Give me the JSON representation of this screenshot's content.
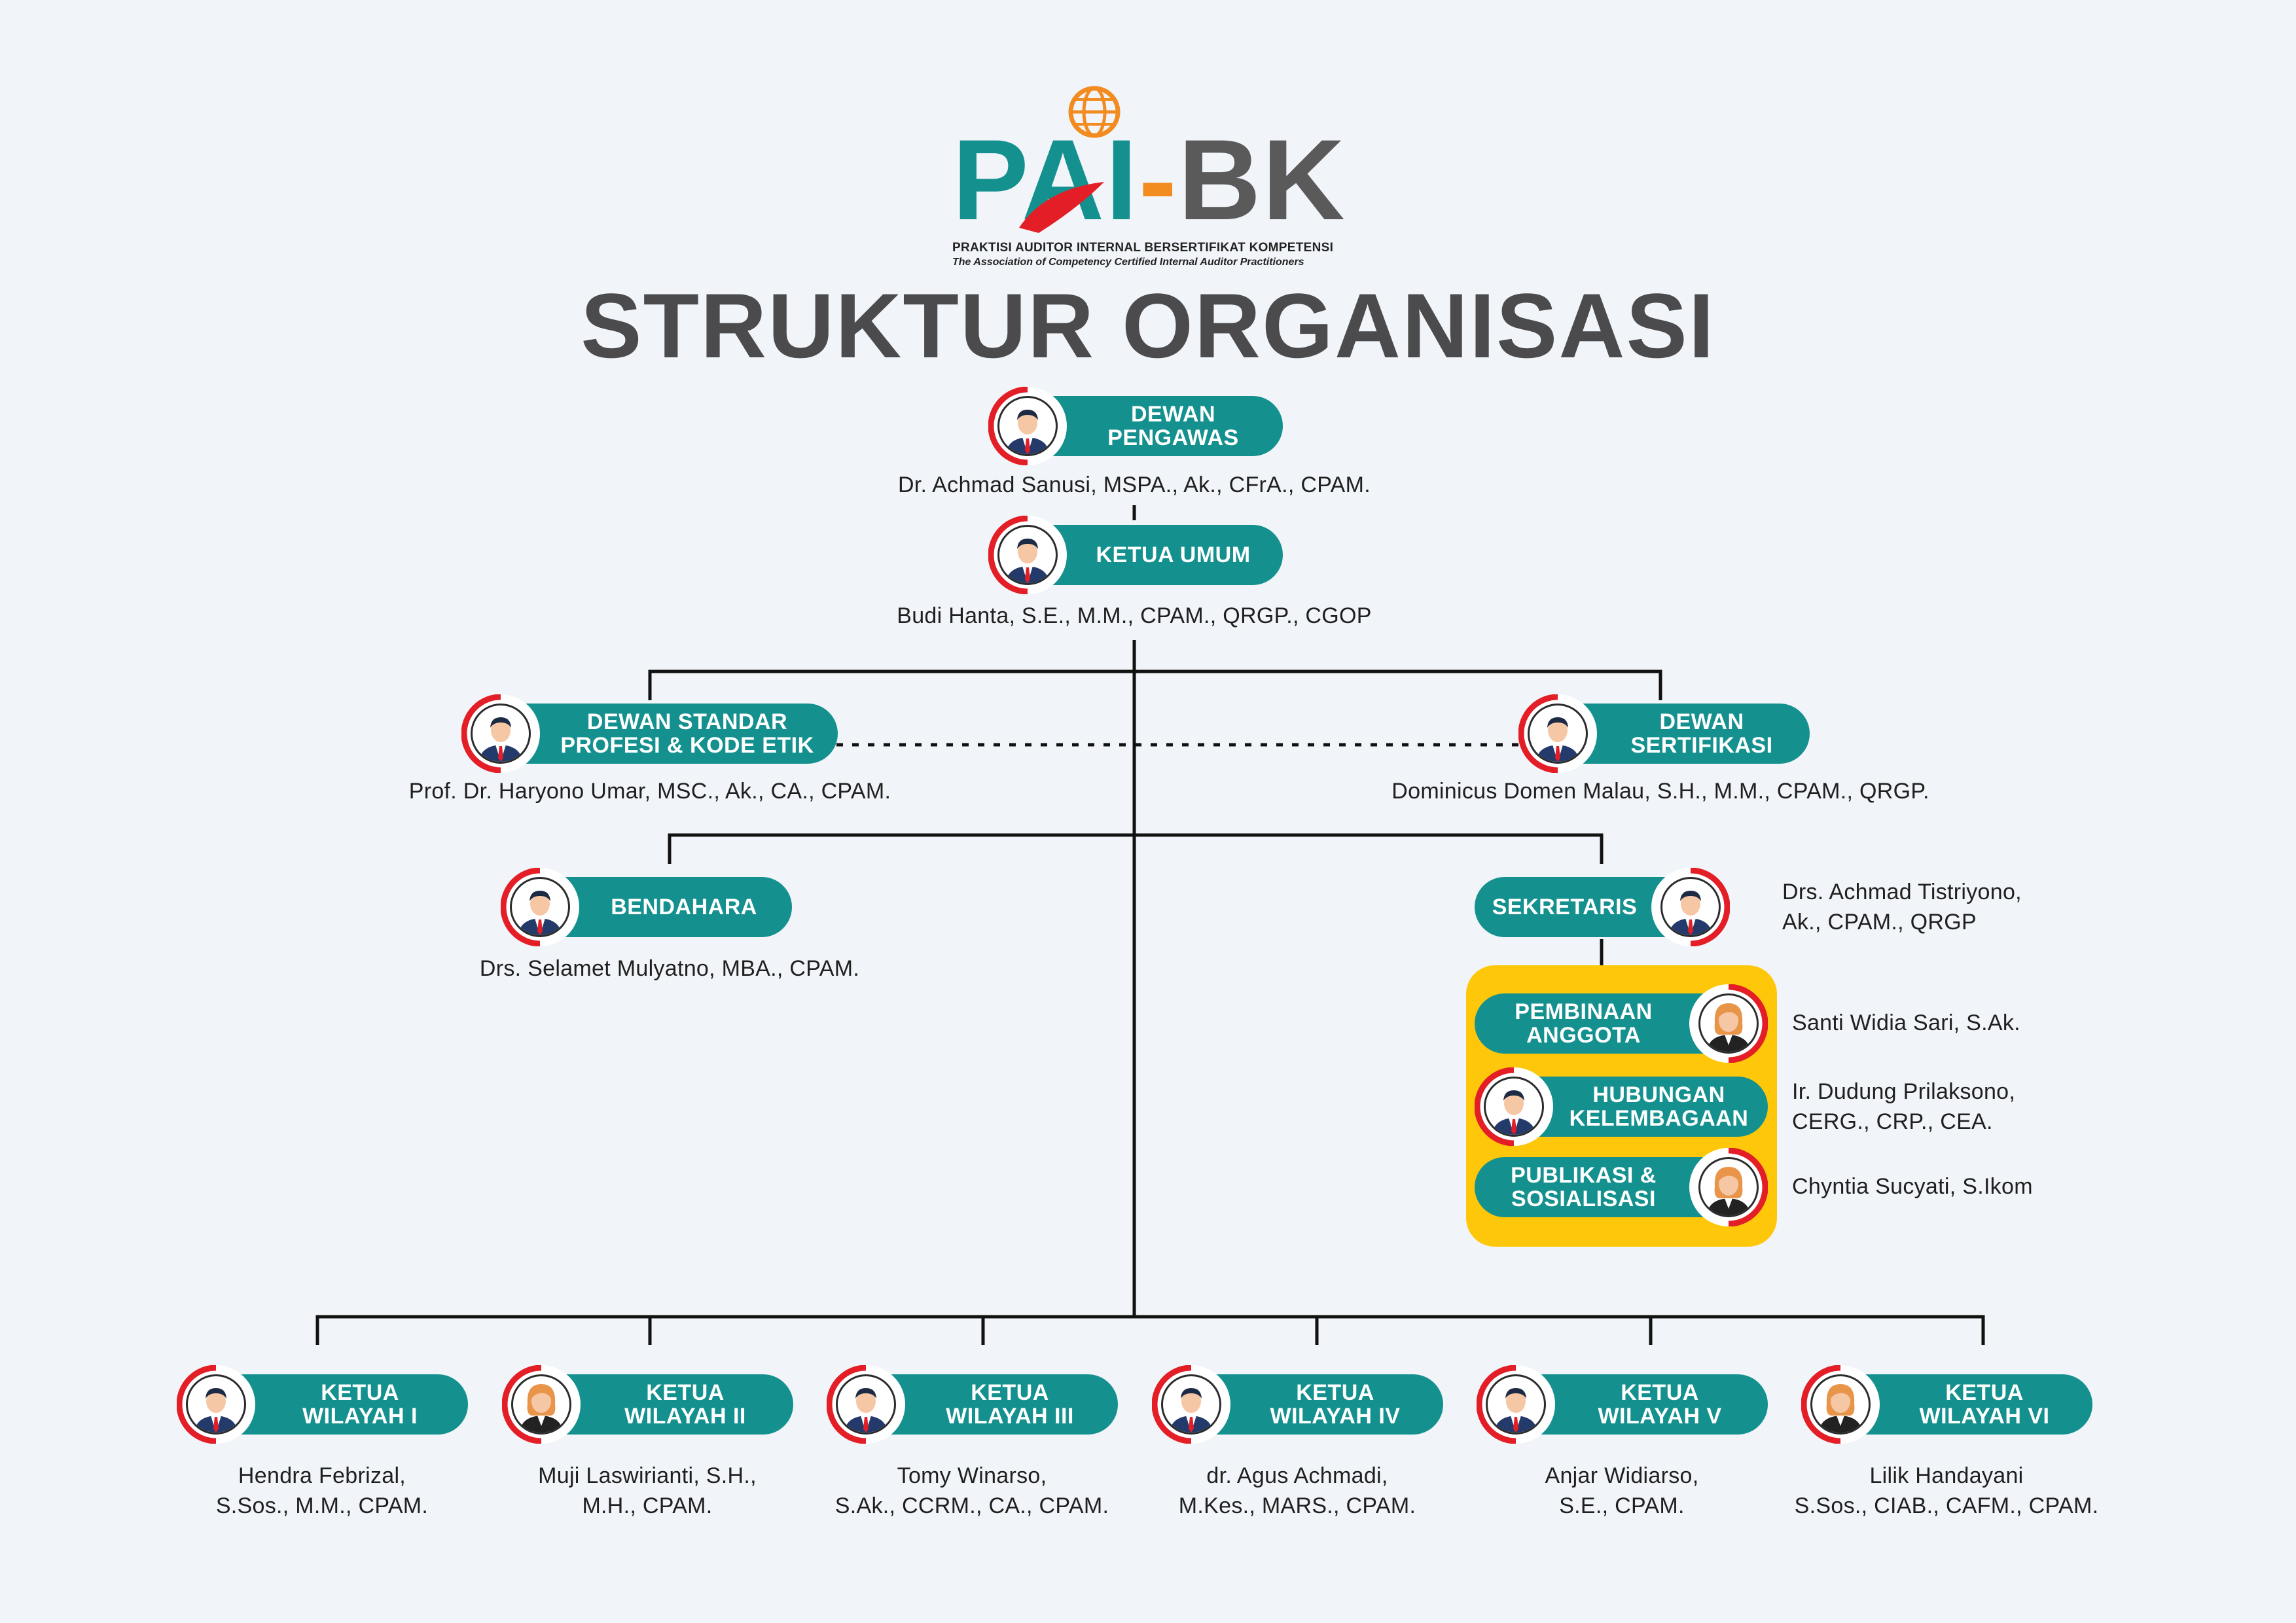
{
  "logo": {
    "pai": "PAI",
    "dash": "-",
    "bk": "BK",
    "subtitle_id": "PRAKTISI AUDITOR INTERNAL BERSERTIFIKAT KOMPETENSI",
    "subtitle_en": "The Association of Competency Certified Internal Auditor Practitioners"
  },
  "title": "STRUKTUR ORGANISASI",
  "colors": {
    "teal": "#14918f",
    "red": "#e31e26",
    "yellow": "#fec70a",
    "orange": "#f28b20",
    "line": "#111111"
  },
  "nodes": {
    "dewan_pengawas": {
      "role": "DEWAN\nPENGAWAS",
      "name": "Dr. Achmad Sanusi, MSPA., Ak., CFrA., CPAM.",
      "avatar": "male-avatar-icon"
    },
    "ketua_umum": {
      "role": "KETUA UMUM",
      "name": "Budi Hanta, S.E., M.M., CPAM., QRGP., CGOP",
      "avatar": "male-avatar-icon"
    },
    "dewan_standar": {
      "role": "DEWAN STANDAR\nPROFESI & KODE ETIK",
      "name": "Prof. Dr. Haryono Umar, MSC., Ak., CA., CPAM.",
      "avatar": "male-avatar-icon"
    },
    "dewan_sertifikasi": {
      "role": "DEWAN\nSERTIFIKASI",
      "name": "Dominicus Domen Malau, S.H., M.M., CPAM., QRGP.",
      "avatar": "male-avatar-icon"
    },
    "bendahara": {
      "role": "BENDAHARA",
      "name": "Drs. Selamet Mulyatno, MBA., CPAM.",
      "avatar": "male-avatar-icon"
    },
    "sekretaris": {
      "role": "SEKRETARIS",
      "name": "Drs. Achmad Tistriyono,\nAk., CPAM., QRGP",
      "avatar": "male-avatar-icon"
    },
    "pembinaan": {
      "role": "PEMBINAAN\nANGGOTA",
      "name": "Santi Widia Sari, S.Ak.",
      "avatar": "female-avatar-icon"
    },
    "hubungan": {
      "role": "HUBUNGAN\nKELEMBAGAAN",
      "name": "Ir. Dudung Prilaksono,\nCERG., CRP., CEA.",
      "avatar": "male-avatar-icon"
    },
    "publikasi": {
      "role": "PUBLIKASI &\nSOSIALISASI",
      "name": "Chyntia Sucyati, S.Ikom",
      "avatar": "female-avatar-icon"
    }
  },
  "wilayah": [
    {
      "role": "KETUA\nWILAYAH I",
      "name": "Hendra Febrizal,\nS.Sos., M.M., CPAM.",
      "avatar": "male-avatar-icon"
    },
    {
      "role": "KETUA\nWILAYAH II",
      "name": "Muji Laswirianti, S.H.,\nM.H., CPAM.",
      "avatar": "female-avatar-icon"
    },
    {
      "role": "KETUA\nWILAYAH III",
      "name": "Tomy Winarso,\nS.Ak., CCRM., CA., CPAM.",
      "avatar": "male-avatar-icon"
    },
    {
      "role": "KETUA\nWILAYAH IV",
      "name": "dr. Agus Achmadi,\nM.Kes., MARS., CPAM.",
      "avatar": "male-avatar-icon"
    },
    {
      "role": "KETUA\nWILAYAH V",
      "name": "Anjar Widiarso,\nS.E., CPAM.",
      "avatar": "male-avatar-icon"
    },
    {
      "role": "KETUA\nWILAYAH VI",
      "name": "Lilik Handayani\nS.Sos., CIAB., CAFM., CPAM.",
      "avatar": "female-avatar-icon"
    }
  ]
}
